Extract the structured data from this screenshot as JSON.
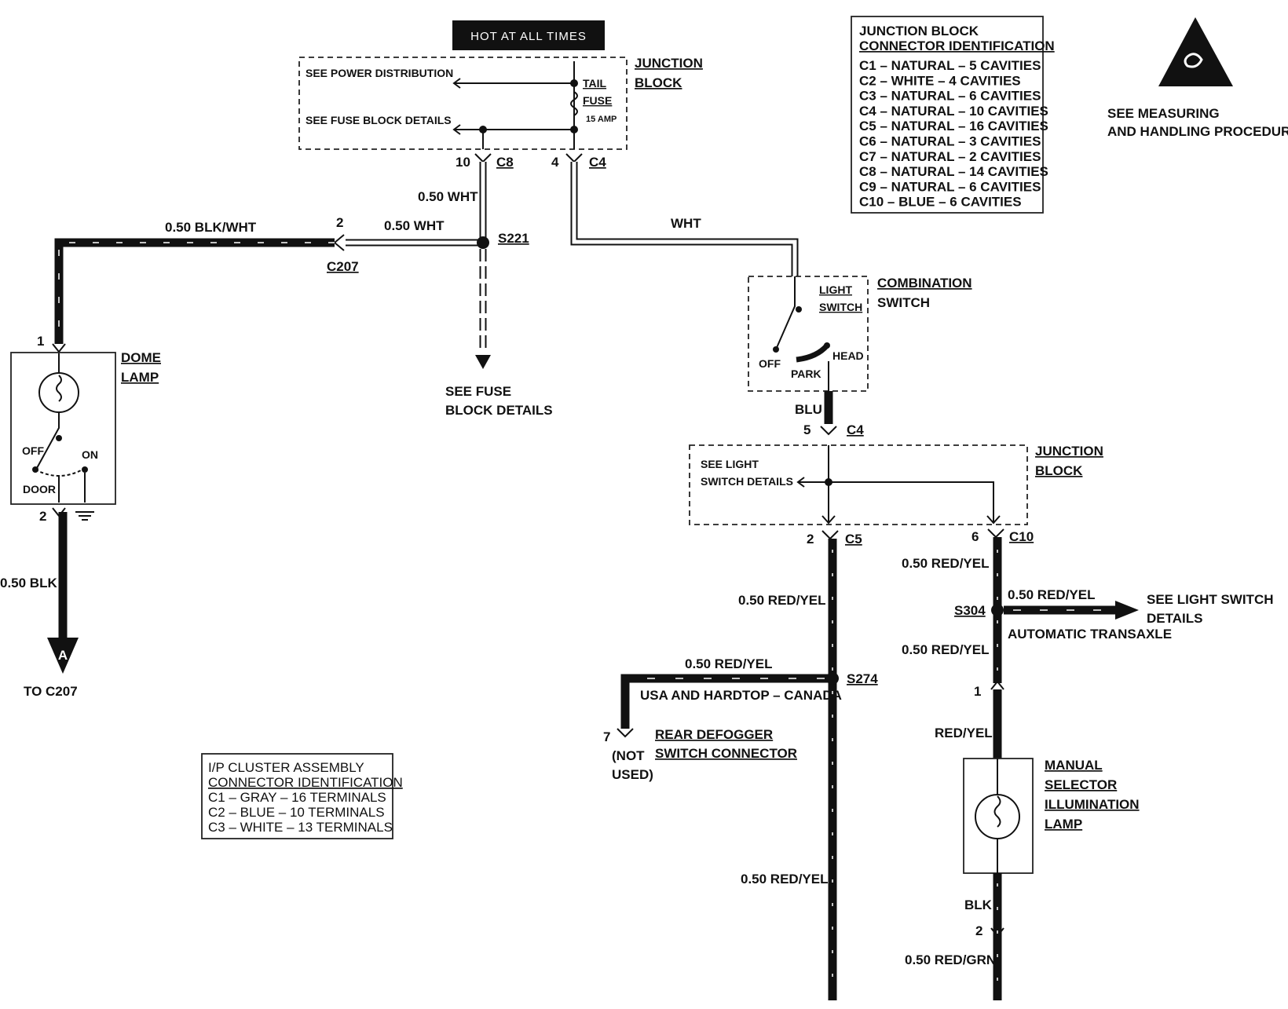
{
  "header": {
    "hot_at_all_times": "HOT AT ALL TIMES"
  },
  "junction_block_top": {
    "title_line1": "JUNCTION",
    "title_line2": "BLOCK",
    "see_power": "SEE POWER DISTRIBUTION",
    "see_fuse": "SEE FUSE BLOCK DETAILS",
    "fuse_line1": "TAIL",
    "fuse_line2": "FUSE",
    "fuse_amp": "15 AMP",
    "pin_c8": "10",
    "conn_c8": "C8",
    "pin_c4": "4",
    "conn_c4": "C4"
  },
  "jb_connector_id": {
    "title1": "JUNCTION BLOCK",
    "title2": "CONNECTOR IDENTIFICATION",
    "rows": [
      "C1 – NATURAL – 5 CAVITIES",
      "C2 – WHITE – 4 CAVITIES",
      "C3 – NATURAL – 6 CAVITIES",
      "C4 – NATURAL – 10 CAVITIES",
      "C5 – NATURAL – 16 CAVITIES",
      "C6 – NATURAL – 3 CAVITIES",
      "C7 – NATURAL – 2 CAVITIES",
      "C8 – NATURAL – 14 CAVITIES",
      "C9 – NATURAL – 6 CAVITIES",
      "C10 – BLUE – 6 CAVITIES"
    ]
  },
  "esd": {
    "line1": "SEE   MEASURING",
    "line2": "AND HANDLING PROCEDURES"
  },
  "wires": {
    "wht_050_a": "0.50 WHT",
    "wht_050_b": "0.50 WHT",
    "blk_wht": "0.50 BLK/WHT",
    "wht": "WHT",
    "blu": "BLU",
    "blk_050": "0.50 BLK",
    "red_yel_left": "0.50 RED/YEL",
    "red_yel_branch": "0.50 RED/YEL",
    "red_yel_low": "0.50 RED/YEL",
    "red_yel_c10": "0.50 RED/YEL",
    "red_yel_s304": "0.50 RED/YEL",
    "red_yel_below_s304": "0.50 RED/YEL",
    "red_yel_plain": "RED/YEL",
    "blk": "BLK",
    "red_grn": "0.50 RED/GRN"
  },
  "splices": {
    "s221": "S221",
    "s274": "S274",
    "s304": "S304"
  },
  "c207": {
    "pin": "2",
    "name": "C207"
  },
  "fuse_block_ref": {
    "line1": "SEE FUSE",
    "line2": "BLOCK DETAILS"
  },
  "dome_lamp": {
    "title1": "DOME",
    "title2": "LAMP",
    "pin_top": "1",
    "pin_bottom": "2",
    "off": "OFF",
    "on": "ON",
    "door": "DOOR",
    "arrow_letter": "A",
    "to": "TO C207"
  },
  "combination_switch": {
    "title1": "COMBINATION",
    "title2": "SWITCH",
    "light1": "LIGHT",
    "light2": "SWITCH",
    "off": "OFF",
    "park": "PARK",
    "head": "HEAD"
  },
  "junction_block_mid": {
    "title1": "JUNCTION",
    "title2": "BLOCK",
    "see1": "SEE LIGHT",
    "see2": "SWITCH DETAILS",
    "pin_c4": "5",
    "conn_c4": "C4",
    "pin_c5": "2",
    "conn_c5": "C5",
    "pin_c10": "6",
    "conn_c10": "C10"
  },
  "branch": {
    "usa": "USA AND HARDTOP – CANADA",
    "pin": "7",
    "not_used1": "(NOT",
    "not_used2": "USED)",
    "rear1": "REAR DEFOGGER",
    "rear2": "SWITCH CONNECTOR"
  },
  "s304_branch": {
    "see1": "SEE LIGHT SWITCH",
    "see2": "DETAILS",
    "auto": "AUTOMATIC TRANSAXLE"
  },
  "manual_lamp": {
    "pin_top": "1",
    "pin_bottom": "2",
    "t1": "MANUAL",
    "t2": "SELECTOR",
    "t3": "ILLUMINATION",
    "t4": "LAMP"
  },
  "ip_cluster": {
    "title1": "I/P CLUSTER ASSEMBLY",
    "title2": "CONNECTOR IDENTIFICATION",
    "rows": [
      "C1 – GRAY – 16 TERMINALS",
      "C2 – BLUE – 10 TERMINALS",
      "C3 – WHITE – 13 TERMINALS"
    ]
  }
}
